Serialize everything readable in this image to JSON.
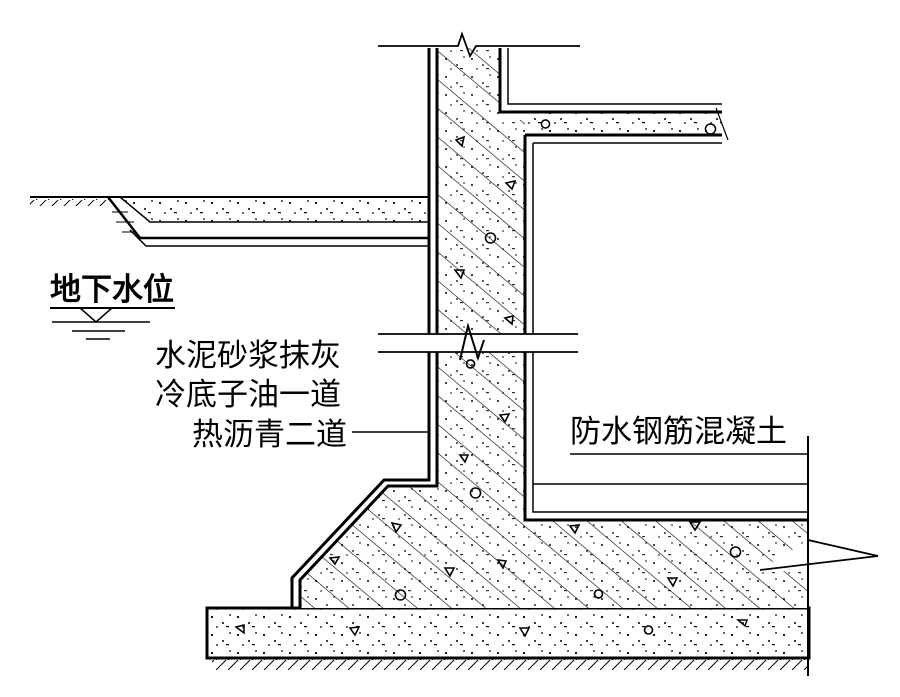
{
  "labels": {
    "groundwater_level": "地下水位",
    "cement_mortar": "水泥砂浆抹灰",
    "cold_primer": "冷底子油一道",
    "hot_asphalt": "热沥青二道",
    "waterproof_concrete": "防水钢筋混凝土"
  },
  "colors": {
    "line": "#000000",
    "background": "#ffffff"
  }
}
